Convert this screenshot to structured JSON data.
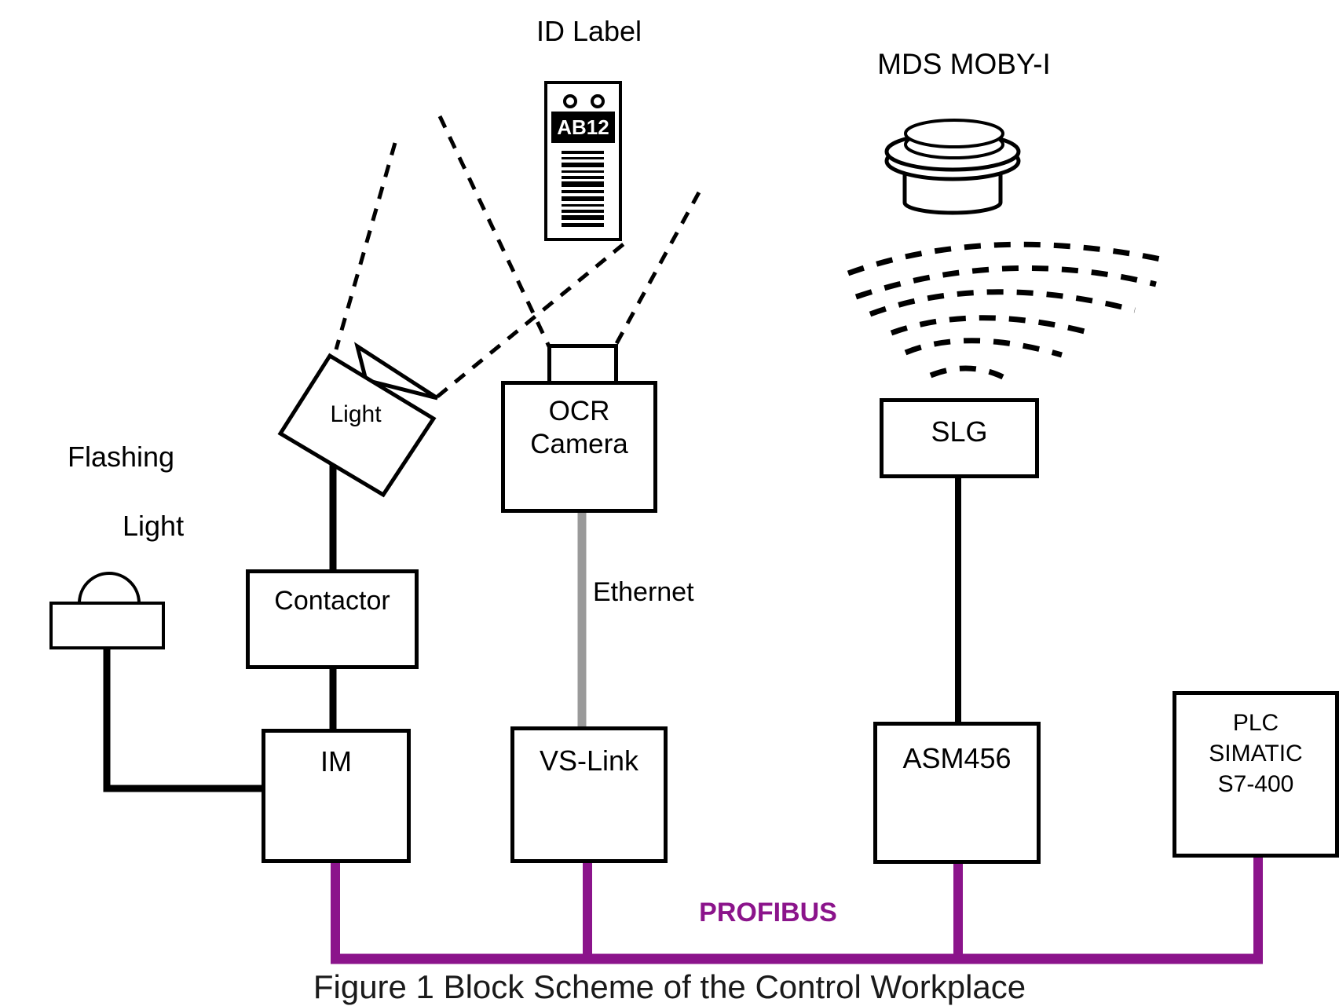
{
  "figure": {
    "caption": "Figure 1 Block Scheme of the Control Workplace"
  },
  "labels": {
    "id_label": "ID Label",
    "mds_moby": "MDS MOBY-I",
    "flashing_light_line1": "Flashing",
    "flashing_light_line2": "Light",
    "light": "Light",
    "ethernet": "Ethernet",
    "profibus": "PROFIBUS",
    "barcode_id": "AB12"
  },
  "nodes": {
    "contactor": "Contactor",
    "im": "IM",
    "ocr_line1": "OCR",
    "ocr_line2": "Camera",
    "vs_link": "VS-Link",
    "slg": "SLG",
    "asm456": "ASM456",
    "plc_line1": "PLC",
    "plc_line2": "SIMATIC",
    "plc_line3": "S7-400"
  },
  "colors": {
    "profibus": "#8b148b",
    "ethernet": "#9a9a9a",
    "line": "#000000"
  }
}
